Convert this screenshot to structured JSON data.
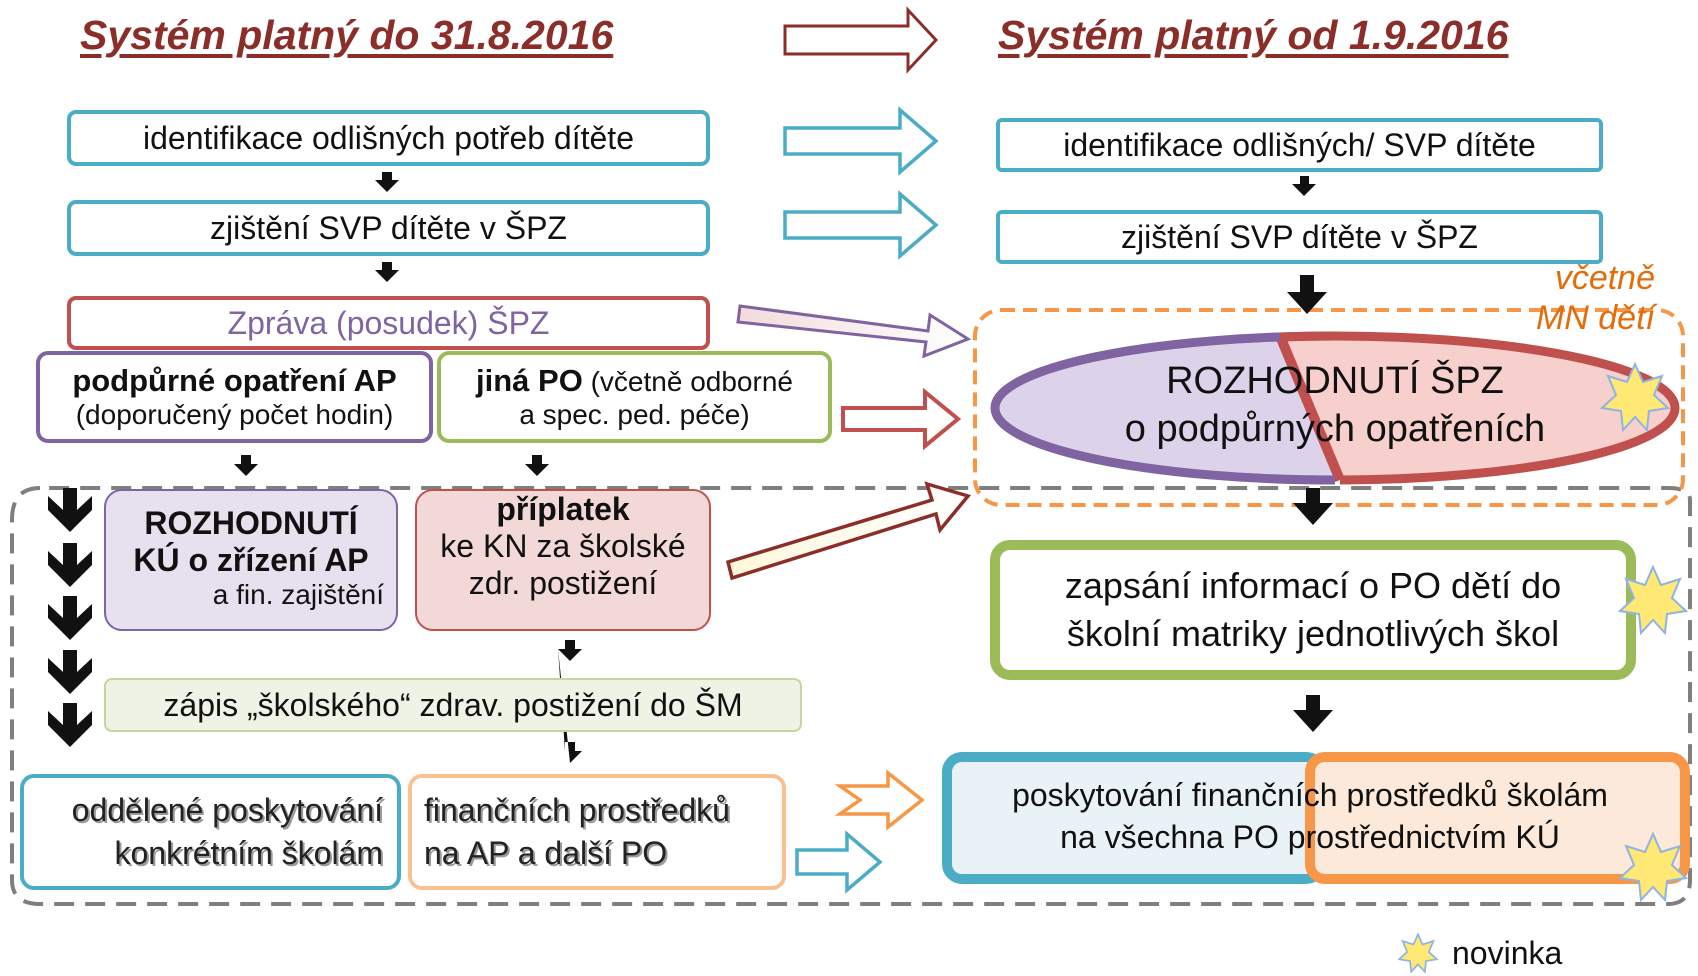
{
  "titles": {
    "left": "Systém platný do 31.8.2016",
    "right": "Systém platný od 1.9.2016"
  },
  "left": {
    "identifikace": "identifikace odlišných potřeb dítěte",
    "zjisteni": "zjištění SVP dítěte v ŠPZ",
    "zprava": "Zpráva (posudek) ŠPZ",
    "podpurne_bold": "podpůrné opatření AP",
    "podpurne_sub": "(doporučený počet hodin)",
    "jina_bold": "jiná PO",
    "jina_rest1": " (včetně odborné",
    "jina_rest2": "a spec. ped. péče)",
    "rozhodnuti_line1": "ROZHODNUTÍ",
    "rozhodnuti_line2": "KÚ o zřízení AP",
    "rozhodnuti_line3": "a fin. zajištění",
    "priplatek_line1": "příplatek",
    "priplatek_line2": "ke KN za školské",
    "priplatek_line3": "zdr. postižení",
    "zapis": "zápis „školského“ zdrav. postižení do ŠM",
    "oddelene_line1": "oddělené poskytování",
    "oddelene_line2": "konkrétním školám",
    "financnich_line1": "finančních prostředků",
    "financnich_line2": "na AP a další PO"
  },
  "right": {
    "identifikace": "identifikace odlišných/ SVP dítěte",
    "zjisteni": "zjištění SVP dítěte v ŠPZ",
    "vcetne_line1": "včetně",
    "vcetne_line2": "MN dětí",
    "rozhodnuti_line1": "ROZHODNUTÍ ŠPZ",
    "rozhodnuti_line2": "o podpůrných opatřeních",
    "zapsani_line1": "zapsání informací o PO dětí do",
    "zapsani_line2": "školní matriky jednotlivých škol",
    "poskytovani_line1": "poskytování finančních prostředků školám",
    "poskytovani_line2": "na všechna PO prostřednictvím KÚ"
  },
  "legend": {
    "label": "novinka",
    "icon": "star-icon"
  },
  "colors": {
    "title": "#8b2e2a",
    "blue": "#4bacc6",
    "green": "#9bbb59",
    "purple": "#8064a2",
    "red": "#c0504d",
    "orange": "#f79646",
    "star_fill": "#ffe873",
    "star_stroke": "#8eb4e3"
  }
}
